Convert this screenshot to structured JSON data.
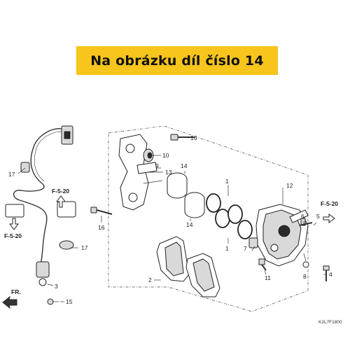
{
  "banner": {
    "text": "Na obrázku díl číslo 14",
    "color": "#f7c51b"
  },
  "callouts": {
    "c1a": "1",
    "c1b": "1",
    "c2": "2",
    "c3": "3",
    "c4": "4",
    "c5": "5",
    "c6": "6",
    "c7": "7",
    "c8": "8",
    "c9": "9",
    "c10": "10",
    "c11": "11",
    "c12": "12",
    "c13": "13",
    "c14a": "14",
    "c14b": "14",
    "c15": "15",
    "c16a": "16",
    "c16b": "16",
    "c17a": "17",
    "c17b": "17"
  },
  "refs": {
    "r1": "F-5-20",
    "r2": "F-5-20",
    "r3": "F-5-20"
  },
  "direction": "FR.",
  "diagram_code": "K2L7F1800"
}
